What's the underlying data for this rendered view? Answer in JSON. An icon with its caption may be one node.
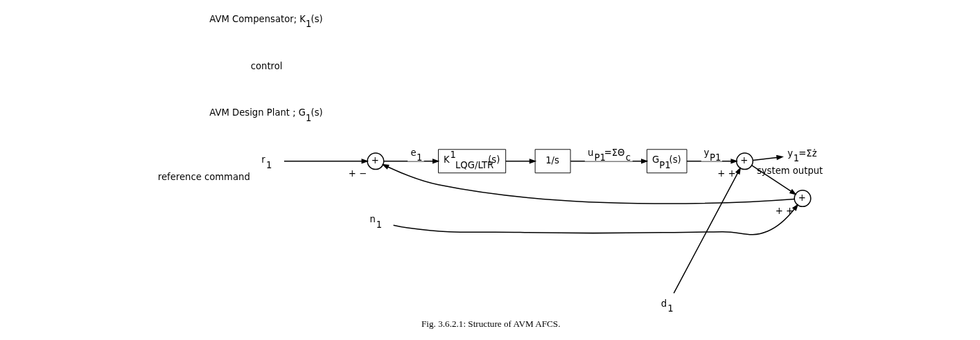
{
  "diagram": {
    "caption": "Fig. 3.6.2.1: Structure of AVM AFCS.",
    "nodes": [
      {
        "text": [
          "r$_{1}$"
        ],
        "beside": [
          "reference command"
        ]
      },
      {
        "text": [
          "+"
        ],
        "beside": [
          "+",
          "−"
        ]
      },
      {
        "text": [
          "K$^{1}$$_{LQG/LTR}$(s)"
        ]
      },
      {
        "text": [
          "1/s"
        ]
      },
      {
        "text": [
          "G$_{P1}$(s)"
        ]
      },
      {
        "text": [
          "+"
        ],
        "beside": [
          "+",
          "+"
        ]
      },
      {
        "text": [
          "y$_{1}$=Σż"
        ],
        "beside": [
          "system output"
        ]
      },
      {
        "text": [
          "d$_{1}$"
        ]
      },
      {
        "text": [
          "+"
        ],
        "beside": [
          "+",
          "+"
        ]
      },
      {
        "text": [
          "n$_{1}$"
        ]
      }
    ],
    "edges": [
      {
        "from": 0,
        "to": 1,
        "arrow": "to"
      },
      {
        "from": 1,
        "to": 2,
        "arrow": "to",
        "label": "e$_{1}$"
      },
      {
        "from": 2,
        "to": 3,
        "arrow": "to"
      },
      {
        "from": 3,
        "to": 4,
        "arrow": "to",
        "label": "u$_{P1}$=ΣΘ$_{c}$"
      },
      {
        "from": 4,
        "to": 5,
        "arrow": "to",
        "label": "y$_{P1}$"
      },
      {
        "from": 7,
        "to": 5,
        "arrow": "to"
      },
      {
        "from": 5,
        "to": 6,
        "arrow": "to"
      },
      {
        "from": 5,
        "to": 8,
        "arrow": "to"
      },
      {
        "from": 9,
        "to": 8,
        "arrow": "to"
      },
      {
        "from": 8,
        "to": 1,
        "arrow": "to"
      }
    ],
    "labels": [
      "AVM Design Plant ; G$_{1}$(s)",
      "control",
      "AVM Compensator; K$_{1}$(s)"
    ]
  }
}
